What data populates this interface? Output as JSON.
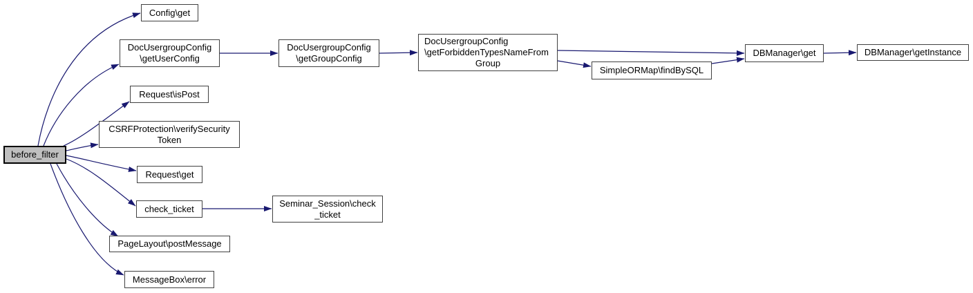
{
  "diagram": {
    "kind": "call-graph",
    "colors": {
      "edge": "#191970",
      "node_border": "#404040",
      "node_background": "#ffffff",
      "highlight_background": "#bfbfbf",
      "highlight_border": "#000000",
      "text": "#000000"
    },
    "nodes": {
      "before_filter": {
        "label": "before_filter"
      },
      "config_get": {
        "label": "Config\\get"
      },
      "doc_usergroup_config_get_user_config": {
        "label": "DocUsergroupConfig\n\\getUserConfig"
      },
      "request_is_post": {
        "label": "Request\\isPost"
      },
      "csrf_protection_verify_security_token": {
        "label": "CSRFProtection\\verifySecurity\nToken"
      },
      "request_get": {
        "label": "Request\\get"
      },
      "check_ticket": {
        "label": "check_ticket"
      },
      "page_layout_post_message": {
        "label": "PageLayout\\postMessage"
      },
      "message_box_error": {
        "label": "MessageBox\\error"
      },
      "doc_usergroup_config_get_group_config": {
        "label": "DocUsergroupConfig\n\\getGroupConfig"
      },
      "doc_usergroup_config_get_forbidden_types_name_from_group": {
        "lines": [
          "DocUsergroupConfig",
          "\\getForbiddenTypesNameFrom",
          "Group"
        ]
      },
      "simple_or_map_find_by_sql": {
        "label": "SimpleORMap\\findBySQL"
      },
      "db_manager_get": {
        "label": "DBManager\\get"
      },
      "db_manager_get_instance": {
        "label": "DBManager\\getInstance"
      },
      "seminar_session_check_ticket": {
        "label": "Seminar_Session\\check\n_ticket"
      }
    },
    "edges": [
      {
        "from": "before_filter",
        "to": "Config\\get"
      },
      {
        "from": "before_filter",
        "to": "DocUsergroupConfig\\getUserConfig"
      },
      {
        "from": "before_filter",
        "to": "Request\\isPost"
      },
      {
        "from": "before_filter",
        "to": "CSRFProtection\\verifySecurityToken"
      },
      {
        "from": "before_filter",
        "to": "Request\\get"
      },
      {
        "from": "before_filter",
        "to": "check_ticket"
      },
      {
        "from": "before_filter",
        "to": "PageLayout\\postMessage"
      },
      {
        "from": "before_filter",
        "to": "MessageBox\\error"
      },
      {
        "from": "DocUsergroupConfig\\getUserConfig",
        "to": "DocUsergroupConfig\\getGroupConfig"
      },
      {
        "from": "DocUsergroupConfig\\getGroupConfig",
        "to": "DocUsergroupConfig\\getForbiddenTypesNameFromGroup"
      },
      {
        "from": "DocUsergroupConfig\\getForbiddenTypesNameFromGroup",
        "to": "DBManager\\get"
      },
      {
        "from": "DocUsergroupConfig\\getForbiddenTypesNameFromGroup",
        "to": "SimpleORMap\\findBySQL"
      },
      {
        "from": "SimpleORMap\\findBySQL",
        "to": "DBManager\\get"
      },
      {
        "from": "DBManager\\get",
        "to": "DBManager\\getInstance"
      },
      {
        "from": "check_ticket",
        "to": "Seminar_Session\\check_ticket"
      }
    ]
  }
}
